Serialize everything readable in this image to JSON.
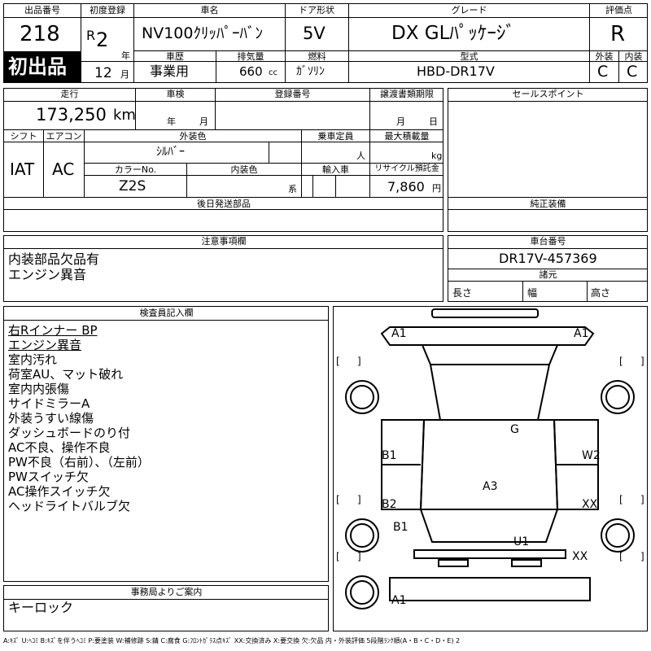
{
  "header": {
    "lot_number_label": "出品番号",
    "lot_number": "218",
    "first_listing": "初出品",
    "first_reg_label": "初度登録",
    "era": "R",
    "era_year": "2",
    "year_unit": "年",
    "month": "12",
    "month_unit": "月",
    "car_name_label": "車名",
    "car_name": "NV100ｸﾘｯﾊﾟｰﾊﾞﾝ",
    "door_label": "ドア形状",
    "door": "5V",
    "grade_label": "グレード",
    "grade": "DX GLﾊﾟｯｹｰｼﾞ",
    "score_label": "評価点",
    "score": "R",
    "history_label": "車歴",
    "history": "事業用",
    "displacement_label": "排気量",
    "displacement": "660",
    "displacement_unit": "cc",
    "fuel_label": "燃料",
    "fuel": "ｶﾞｿﾘﾝ",
    "model_label": "型式",
    "model": "HBD-DR17V",
    "exterior_label": "外装",
    "interior_label": "内装",
    "exterior": "C",
    "interior": "C"
  },
  "specs": {
    "mileage_label": "走行",
    "mileage": "173,250",
    "mileage_unit": "km",
    "inspection_label": "車検",
    "inspection_year_unit": "年",
    "inspection_month_unit": "月",
    "reg_no_label": "登録番号",
    "transfer_doc_label": "譲渡書類期限",
    "transfer_month_unit": "月",
    "transfer_day_unit": "日",
    "shift_label": "シフト",
    "shift": "IAT",
    "ac_label": "エアコン",
    "ac": "AC",
    "ext_color_label": "外装色",
    "ext_color": "ｼﾙﾊﾞｰ",
    "capacity_label": "乗車定員",
    "capacity_unit": "人",
    "max_load_label": "最大積載量",
    "max_load_unit": "kg",
    "color_no_label": "カラーNo.",
    "color_no": "Z2S",
    "int_color_label": "内装色",
    "int_color_unit": "系",
    "import_label": "輸入車",
    "recycle_label": "リサイクル預託金",
    "recycle": "7,860",
    "recycle_unit": "円",
    "later_parts_label": "後日発送部品"
  },
  "side": {
    "sales_point_label": "セールスポイント",
    "genuine_equip_label": "純正装備"
  },
  "notes": {
    "label": "注意事項欄",
    "lines": [
      "内装部品欠品有",
      "エンジン異音"
    ]
  },
  "chassis": {
    "label": "車台番号",
    "number": "DR17V-457369",
    "dims_label": "諸元",
    "length_label": "長さ",
    "width_label": "幅",
    "height_label": "高さ"
  },
  "inspector": {
    "label": "検査員記入欄",
    "lines": [
      "右Rインナー BP",
      "エンジン異音",
      "室内汚れ",
      "荷室AU、マット破れ",
      "室内内張傷",
      "サイドミラーA",
      "外装うすい線傷",
      "ダッシュボードのり付",
      "AC不良、操作不良",
      "PW不良（右前）、（左前）",
      "PWスイッチ欠",
      "AC操作スイッチ欠",
      "ヘッドライトバルブ欠"
    ]
  },
  "office": {
    "label": "事務局よりご案内",
    "note": "キーロック"
  },
  "diagram": {
    "marks": [
      "A1",
      "A1",
      "G",
      "B1",
      "W2",
      "A3",
      "B2",
      "XX",
      "B1",
      "U1",
      "XX",
      "A1"
    ]
  },
  "legend": "A:ｷｽﾞ U:ﾍｺﾐ B:ｷｽﾞを伴うﾍｺﾐ P:要塗装 W:補修跡 S:錆 C:腐食 G:ﾌﾛﾝﾄｶﾞﾗｽ点ｷｽﾞ XX:交換済み X:要交換 欠:欠品 内・外装評価 5段階ﾗﾝｸ順(A・B・C・D・E) 2"
}
